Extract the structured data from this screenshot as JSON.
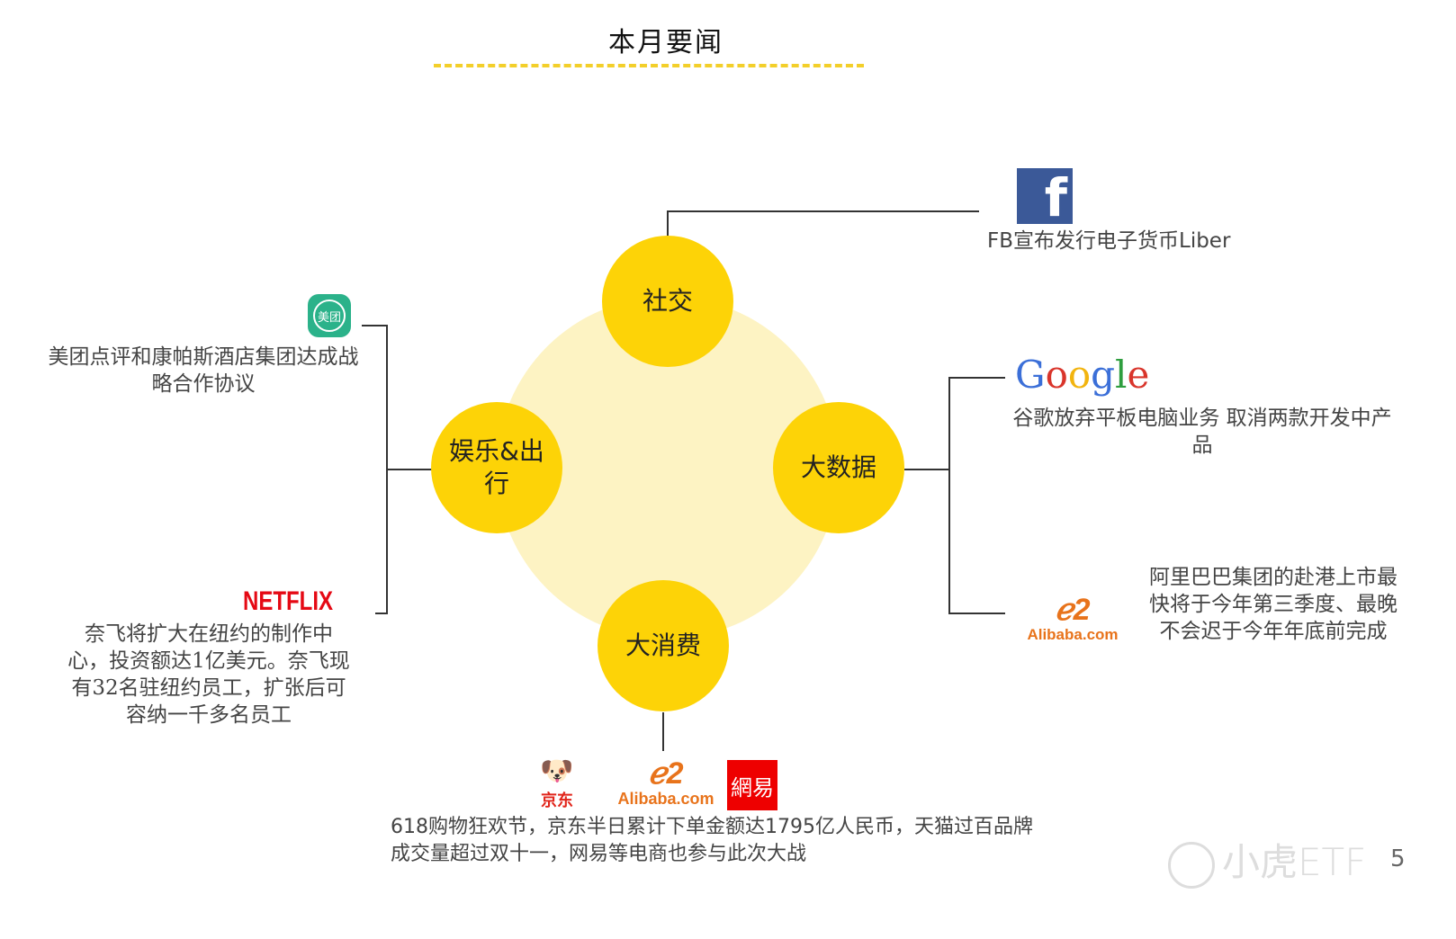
{
  "title": "本月要闻",
  "nodes": {
    "social": "社交",
    "entertainment": "娱乐&出行",
    "bigdata": "大数据",
    "consumer": "大消费"
  },
  "news": {
    "fb": "FB宣布发行电子货币Liber",
    "meituan": "美团点评和康帕斯酒店集团达成战略合作协议",
    "netflix": "奈飞将扩大在纽约的制作中心，投资额达1亿美元。奈飞现有32名驻纽约员工，扩张后可容纳一千多名员工",
    "google": "谷歌放弃平板电脑业务 取消两款开发中产品",
    "alibaba": "阿里巴巴集团的赴港上市最快将于今年第三季度、最晚不会迟于今年年底前完成",
    "consumer": "618购物狂欢节，京东半日累计下单金额达1795亿人民币，天猫过百品牌成交量超过双十一，网易等电商也参与此次大战"
  },
  "logos": {
    "fb": "f",
    "google": "Google",
    "meituan": "美团",
    "netflix": "NETFLIX",
    "alibaba": "Alibaba.com",
    "jd": "京东",
    "netease": "網易"
  },
  "watermark": "小虎ETF",
  "page_number": "5"
}
